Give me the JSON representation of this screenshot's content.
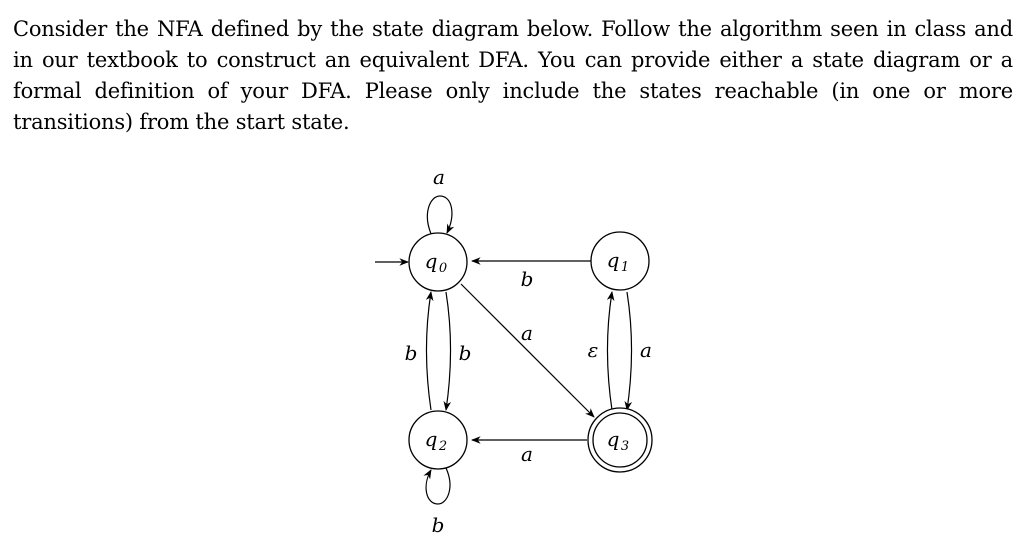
{
  "problem": {
    "text": "Consider the NFA defined by the state diagram below. Follow the algorithm seen in class and in our textbook to construct an equivalent DFA. You can provide either a state diagram or a formal definition of your DFA. Please only include the states reachable (in one or more transitions) from the start state."
  },
  "nfa": {
    "states": [
      {
        "id": "q0",
        "base": "q",
        "sub": "0",
        "start": true,
        "accept": false
      },
      {
        "id": "q1",
        "base": "q",
        "sub": "1",
        "start": false,
        "accept": false
      },
      {
        "id": "q2",
        "base": "q",
        "sub": "2",
        "start": false,
        "accept": false
      },
      {
        "id": "q3",
        "base": "q",
        "sub": "3",
        "start": false,
        "accept": true
      }
    ],
    "transitions": [
      {
        "from": "q0",
        "to": "q0",
        "label": "a"
      },
      {
        "from": "q1",
        "to": "q0",
        "label": "b"
      },
      {
        "from": "q0",
        "to": "q3",
        "label": "a"
      },
      {
        "from": "q2",
        "to": "q0",
        "label": "b"
      },
      {
        "from": "q0",
        "to": "q2",
        "label": "b"
      },
      {
        "from": "q3",
        "to": "q1",
        "label": "ε"
      },
      {
        "from": "q1",
        "to": "q3",
        "label": "a"
      },
      {
        "from": "q3",
        "to": "q2",
        "label": "a"
      },
      {
        "from": "q2",
        "to": "q2",
        "label": "b"
      }
    ]
  }
}
